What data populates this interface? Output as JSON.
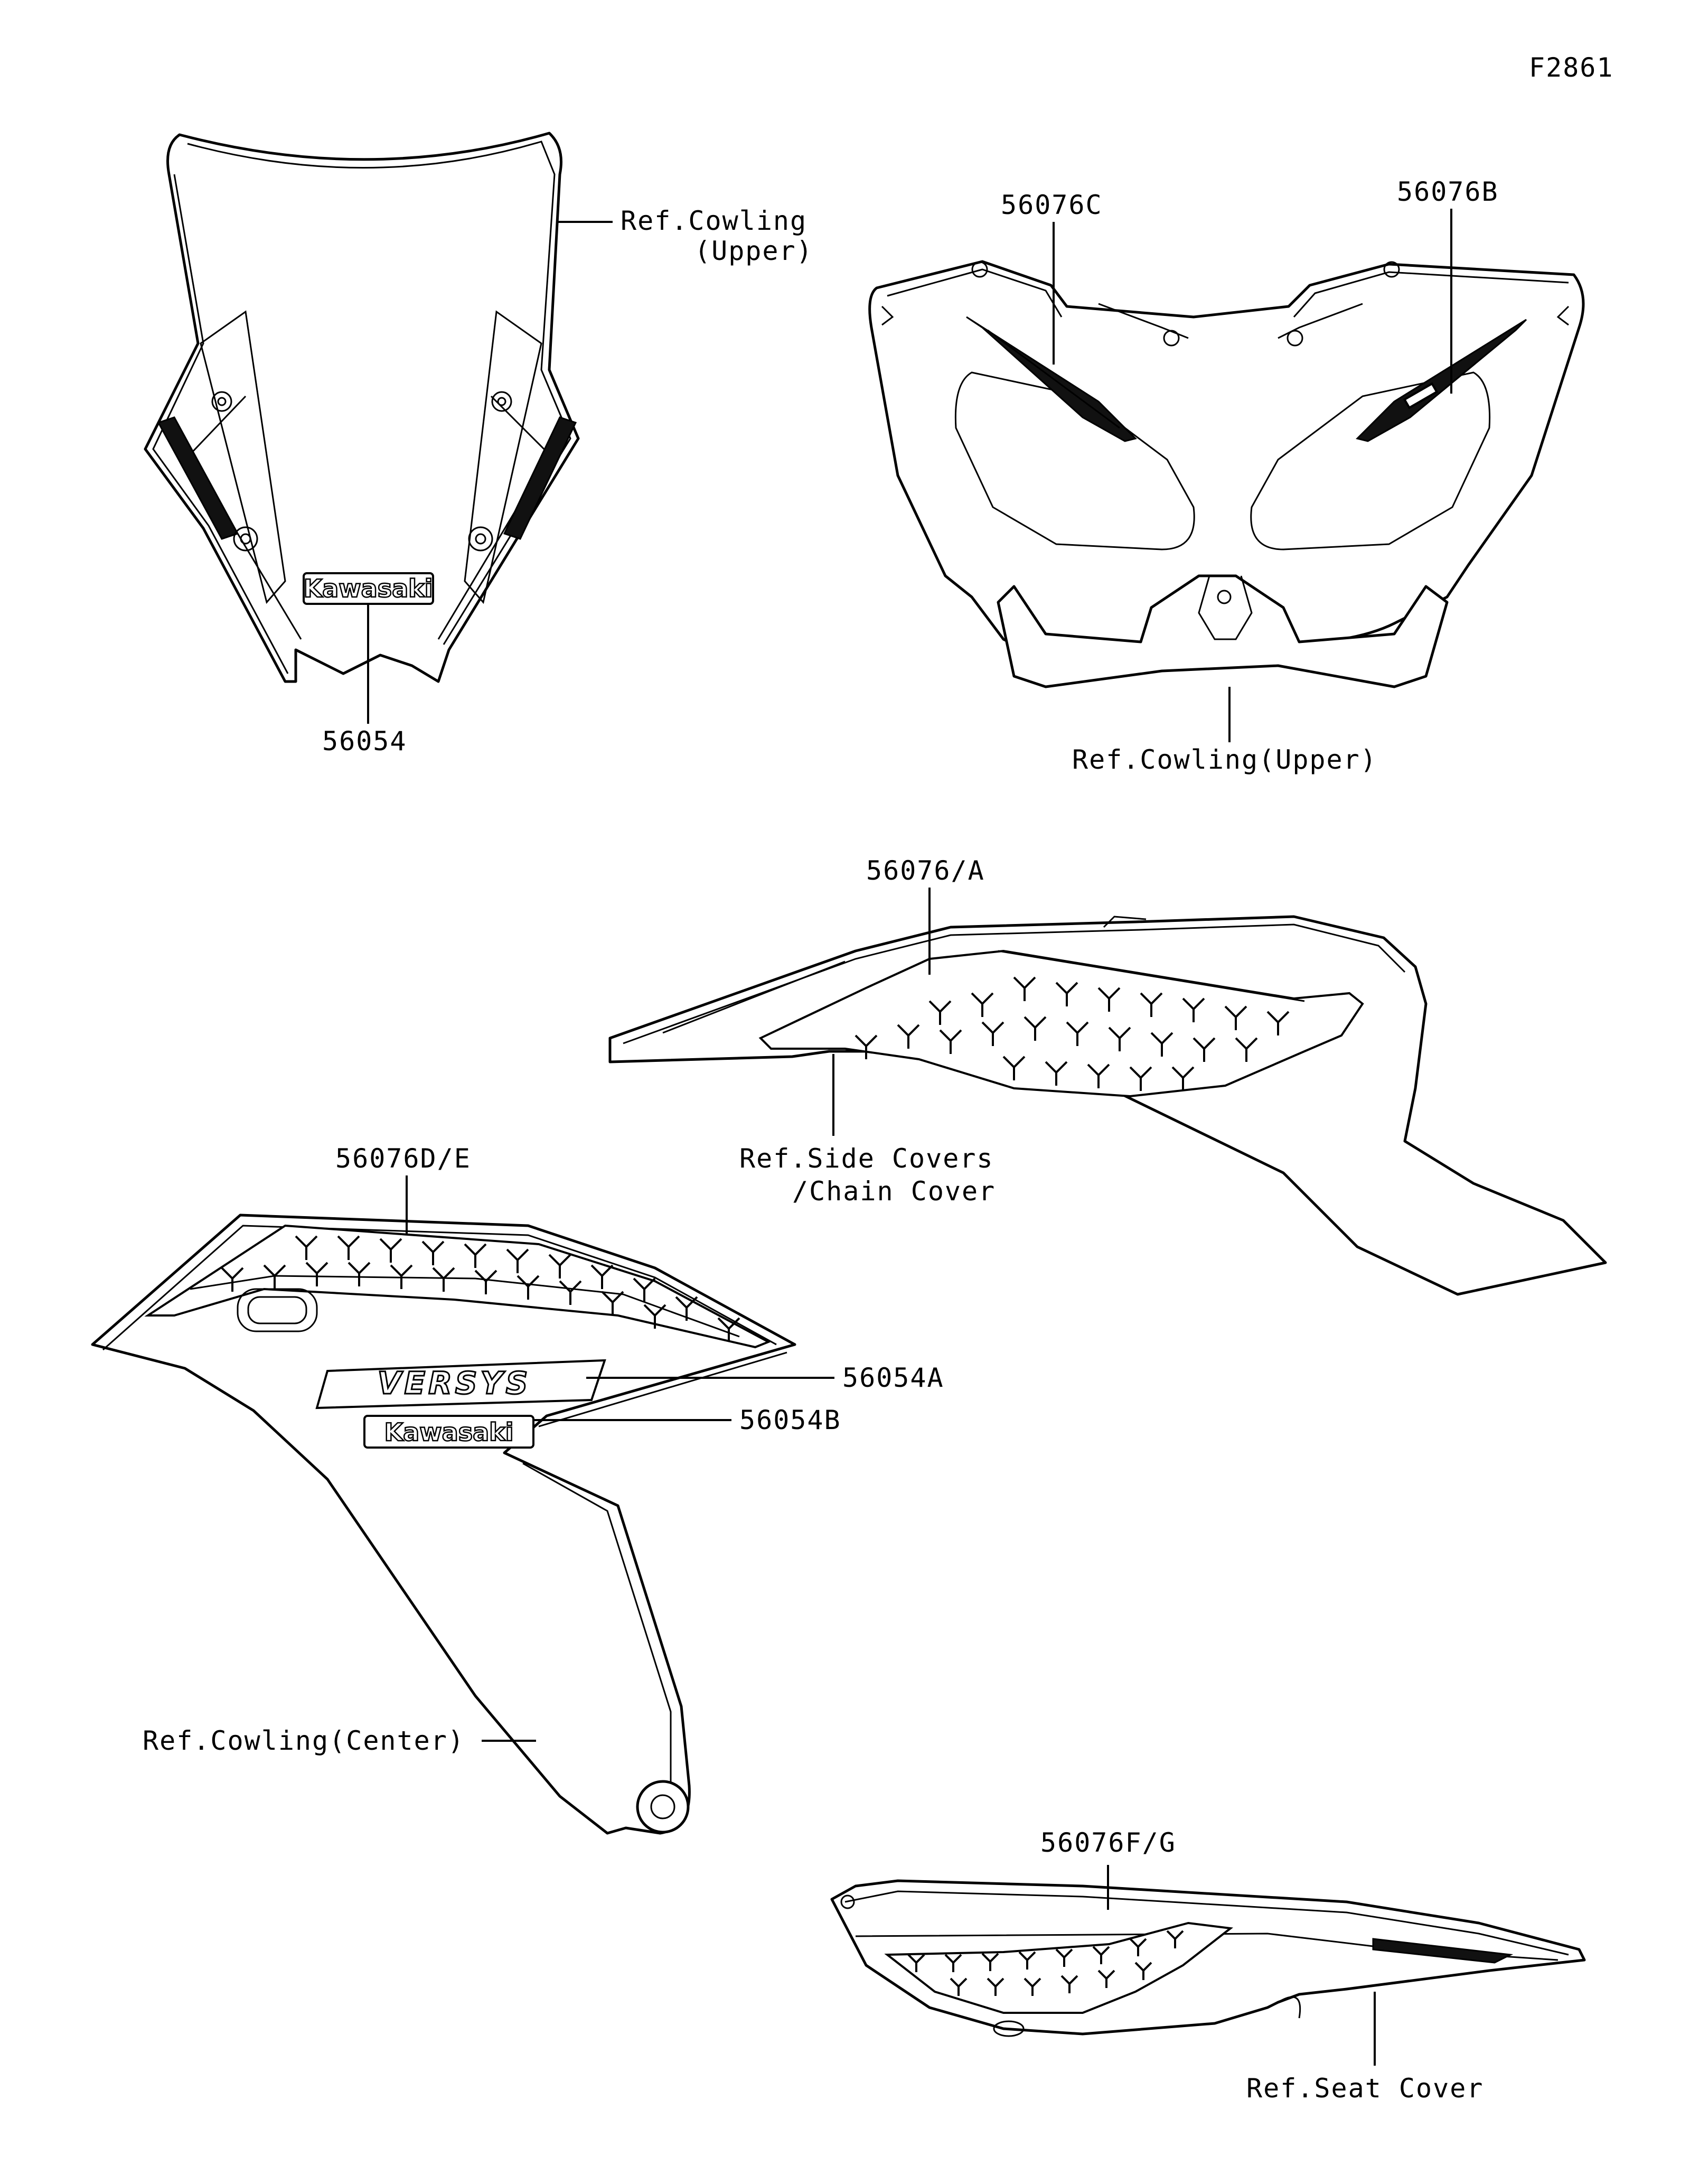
{
  "figure_id": "F2861",
  "callouts": {
    "ref_cowling_upper_top": [
      "Ref.Cowling",
      "(Upper)"
    ],
    "part_56054": "56054",
    "part_56076C": "56076C",
    "part_56076B": "56076B",
    "ref_cowling_upper_bottom": "Ref.Cowling(Upper)",
    "part_56076A": "56076/A",
    "ref_side_covers": [
      "Ref.Side Covers",
      "/Chain Cover"
    ],
    "part_56076DE": "56076D/E",
    "part_56054A": "56054A",
    "part_56054B": "56054B",
    "ref_cowling_center": "Ref.Cowling(Center)",
    "part_56076FG": "56076F/G",
    "ref_seat_cover": "Ref.Seat Cover"
  },
  "decals": {
    "kawasaki_logo": "Kawasaki",
    "versys_logo": "VERSYS"
  }
}
